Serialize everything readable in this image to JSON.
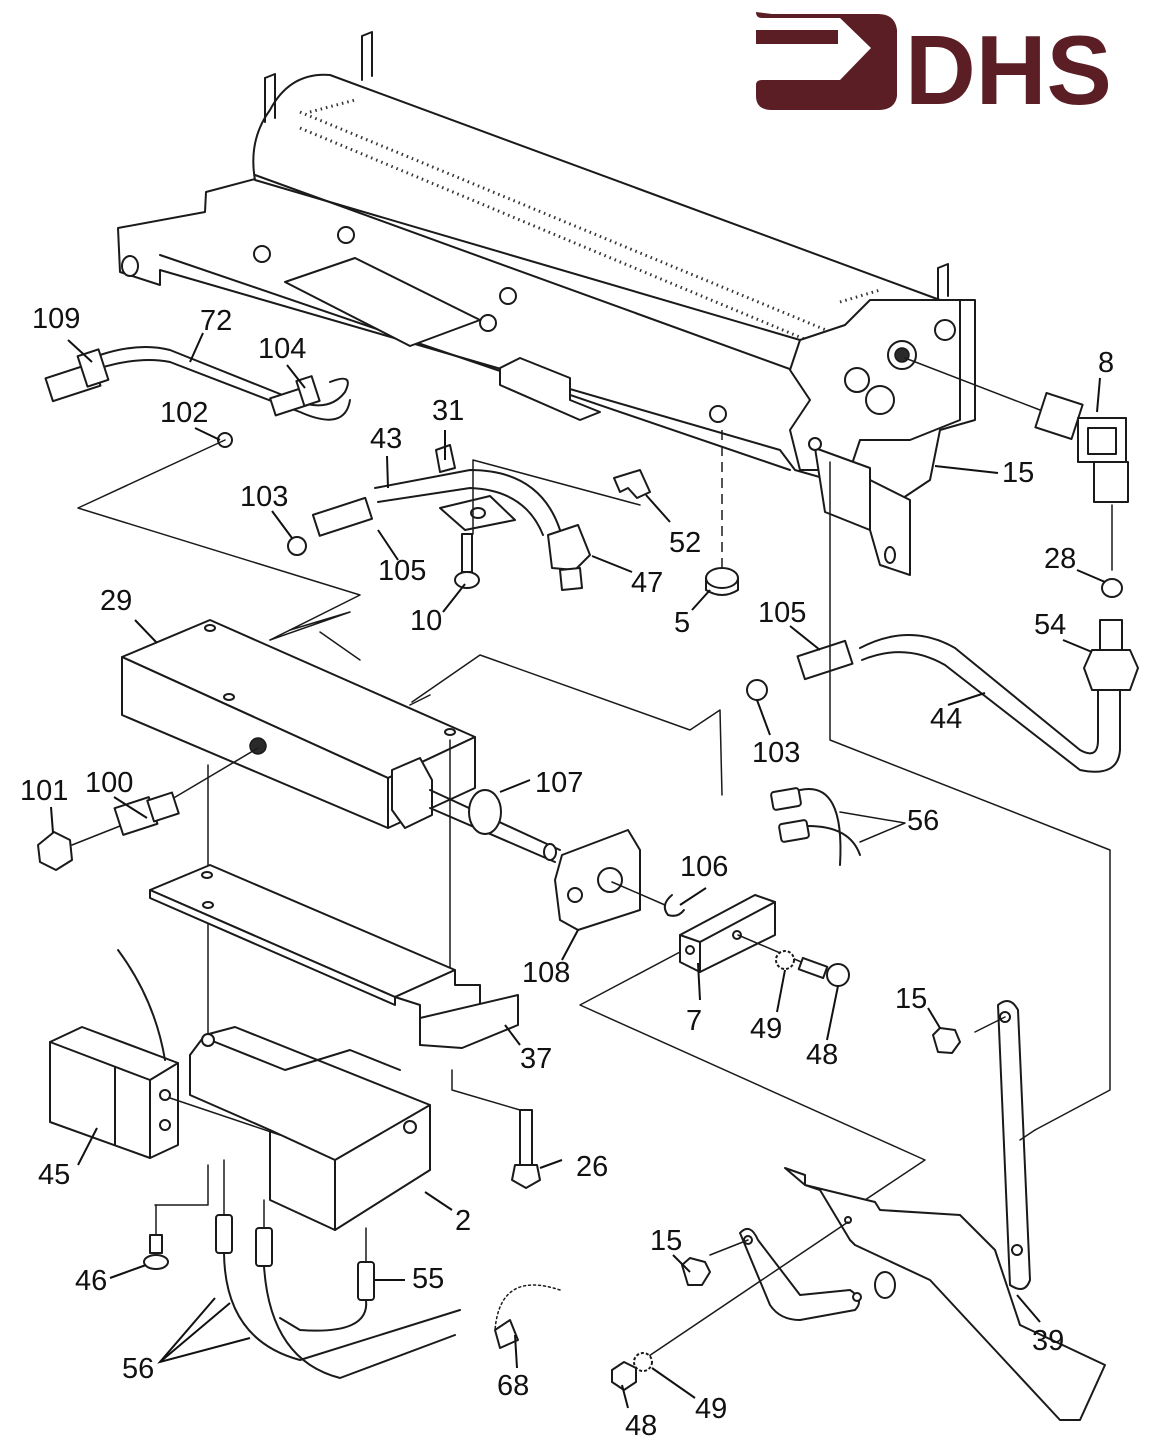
{
  "diagram": {
    "type": "exploded-parts-diagram",
    "subject": "Gas burner assembly with valve manifold, ignition module and linkage"
  },
  "logo": {
    "text": "DHS",
    "color": "#5a1e24"
  },
  "callouts": [
    {
      "id": "c109",
      "label": "109"
    },
    {
      "id": "c72",
      "label": "72"
    },
    {
      "id": "c104",
      "label": "104"
    },
    {
      "id": "c102",
      "label": "102"
    },
    {
      "id": "c31",
      "label": "31"
    },
    {
      "id": "c43",
      "label": "43"
    },
    {
      "id": "c103a",
      "label": "103"
    },
    {
      "id": "c105a",
      "label": "105"
    },
    {
      "id": "c10",
      "label": "10"
    },
    {
      "id": "c47",
      "label": "47"
    },
    {
      "id": "c52",
      "label": "52"
    },
    {
      "id": "c5",
      "label": "5"
    },
    {
      "id": "c8",
      "label": "8"
    },
    {
      "id": "c15a",
      "label": "15"
    },
    {
      "id": "c28",
      "label": "28"
    },
    {
      "id": "c54",
      "label": "54"
    },
    {
      "id": "c105b",
      "label": "105"
    },
    {
      "id": "c44",
      "label": "44"
    },
    {
      "id": "c103b",
      "label": "103"
    },
    {
      "id": "c29",
      "label": "29"
    },
    {
      "id": "c100",
      "label": "100"
    },
    {
      "id": "c101",
      "label": "101"
    },
    {
      "id": "c107",
      "label": "107"
    },
    {
      "id": "c56a",
      "label": "56"
    },
    {
      "id": "c106",
      "label": "106"
    },
    {
      "id": "c108",
      "label": "108"
    },
    {
      "id": "c7",
      "label": "7"
    },
    {
      "id": "c49a",
      "label": "49"
    },
    {
      "id": "c48a",
      "label": "48"
    },
    {
      "id": "c15b",
      "label": "15"
    },
    {
      "id": "c37",
      "label": "37"
    },
    {
      "id": "c45",
      "label": "45"
    },
    {
      "id": "c26",
      "label": "26"
    },
    {
      "id": "c2",
      "label": "2"
    },
    {
      "id": "c46",
      "label": "46"
    },
    {
      "id": "c55",
      "label": "55"
    },
    {
      "id": "c56b",
      "label": "56"
    },
    {
      "id": "c68",
      "label": "68"
    },
    {
      "id": "c15c",
      "label": "15"
    },
    {
      "id": "c48b",
      "label": "48"
    },
    {
      "id": "c49b",
      "label": "49"
    },
    {
      "id": "c39",
      "label": "39"
    }
  ]
}
